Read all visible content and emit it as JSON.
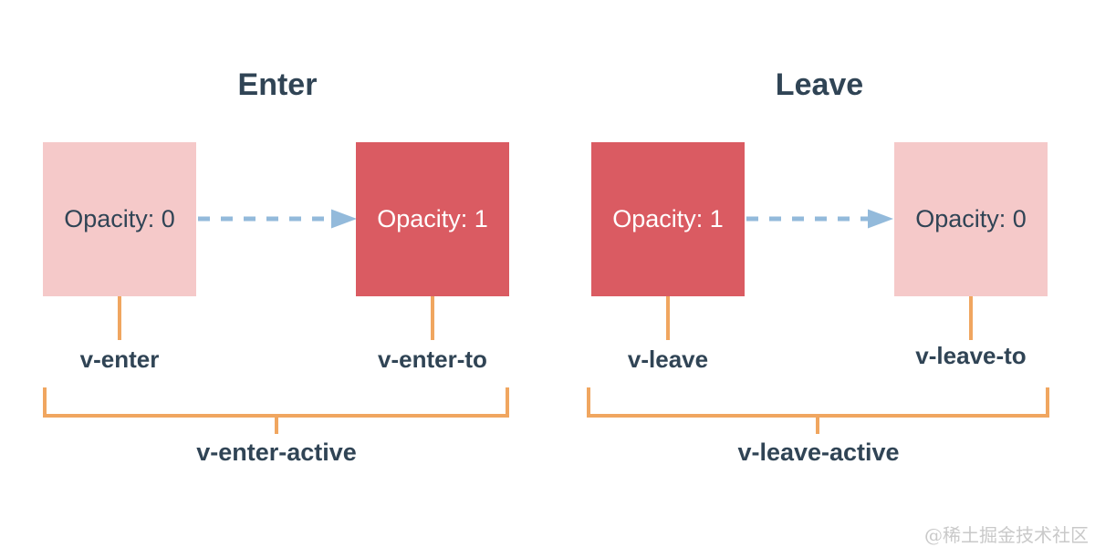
{
  "colors": {
    "background": "#ffffff",
    "text_navy": "#304455",
    "box_red": "#da5b62",
    "box_pink": "#f5c9c9",
    "text_on_red": "#ffffff",
    "connector_orange": "#f0a660",
    "arrow_blue": "#93badb",
    "watermark_gray": "#c9c9c9"
  },
  "sections": [
    {
      "title": "Enter",
      "from_box": {
        "label": "Opacity: 0"
      },
      "to_box": {
        "label": "Opacity: 1"
      },
      "from_class": "v-enter",
      "to_class": "v-enter-to",
      "active_class": "v-enter-active"
    },
    {
      "title": "Leave",
      "from_box": {
        "label": "Opacity: 1"
      },
      "to_box": {
        "label": "Opacity: 0"
      },
      "from_class": "v-leave",
      "to_class": "v-leave-to",
      "active_class": "v-leave-active"
    }
  ],
  "watermark": {
    "text": "@稀土掘金技术社区"
  }
}
